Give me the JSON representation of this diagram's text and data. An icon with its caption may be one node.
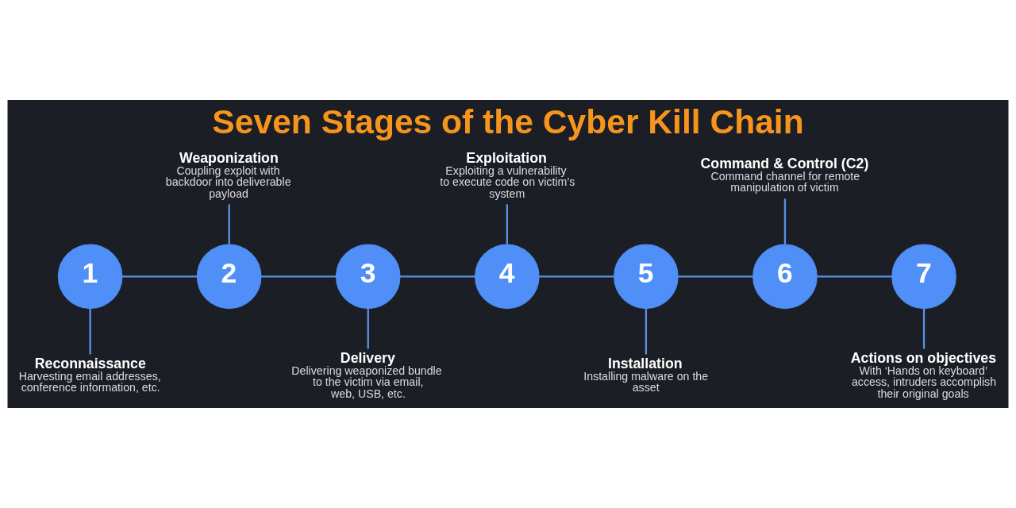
{
  "diagram": {
    "title": "Seven Stages of the Cyber Kill Chain",
    "nodes": [
      {
        "text": [
          "1"
        ]
      },
      {
        "text": [
          "2"
        ]
      },
      {
        "text": [
          "3"
        ]
      },
      {
        "text": [
          "4"
        ]
      },
      {
        "text": [
          "5"
        ]
      },
      {
        "text": [
          "6"
        ]
      },
      {
        "text": [
          "7"
        ]
      },
      {
        "text": [
          "Reconnaissance",
          "Harvesting email addresses, conference information, etc."
        ]
      },
      {
        "text": [
          "Weaponization",
          "Coupling exploit with backdoor into deliverable payload"
        ]
      },
      {
        "text": [
          "Delivery",
          "Delivering weaponized bundle to the victim via email, web, USB, etc."
        ]
      },
      {
        "text": [
          "Exploitation",
          "Exploiting a vulnerability to execute code on victim’s system"
        ]
      },
      {
        "text": [
          "Installation",
          "Installing malware on the asset"
        ]
      },
      {
        "text": [
          "Command & Control (C2)",
          "Command channel for remote manipulation of victim"
        ]
      },
      {
        "text": [
          "Actions on objectives",
          "With ‘Hands on keyboard’ access, intruders accomplish their original goals"
        ]
      }
    ],
    "edges": [
      {
        "from": 0,
        "to": 1,
        "arrow": "none"
      },
      {
        "from": 1,
        "to": 2,
        "arrow": "none"
      },
      {
        "from": 2,
        "to": 3,
        "arrow": "none"
      },
      {
        "from": 3,
        "to": 4,
        "arrow": "none"
      },
      {
        "from": 4,
        "to": 5,
        "arrow": "none"
      },
      {
        "from": 5,
        "to": 6,
        "arrow": "none"
      },
      {
        "from": 0,
        "to": 7,
        "arrow": "none"
      },
      {
        "from": 8,
        "to": 1,
        "arrow": "none"
      },
      {
        "from": 2,
        "to": 9,
        "arrow": "none"
      },
      {
        "from": 10,
        "to": 3,
        "arrow": "none"
      },
      {
        "from": 4,
        "to": 11,
        "arrow": "none"
      },
      {
        "from": 12,
        "to": 5,
        "arrow": "none"
      },
      {
        "from": 6,
        "to": 13,
        "arrow": "none"
      }
    ]
  }
}
